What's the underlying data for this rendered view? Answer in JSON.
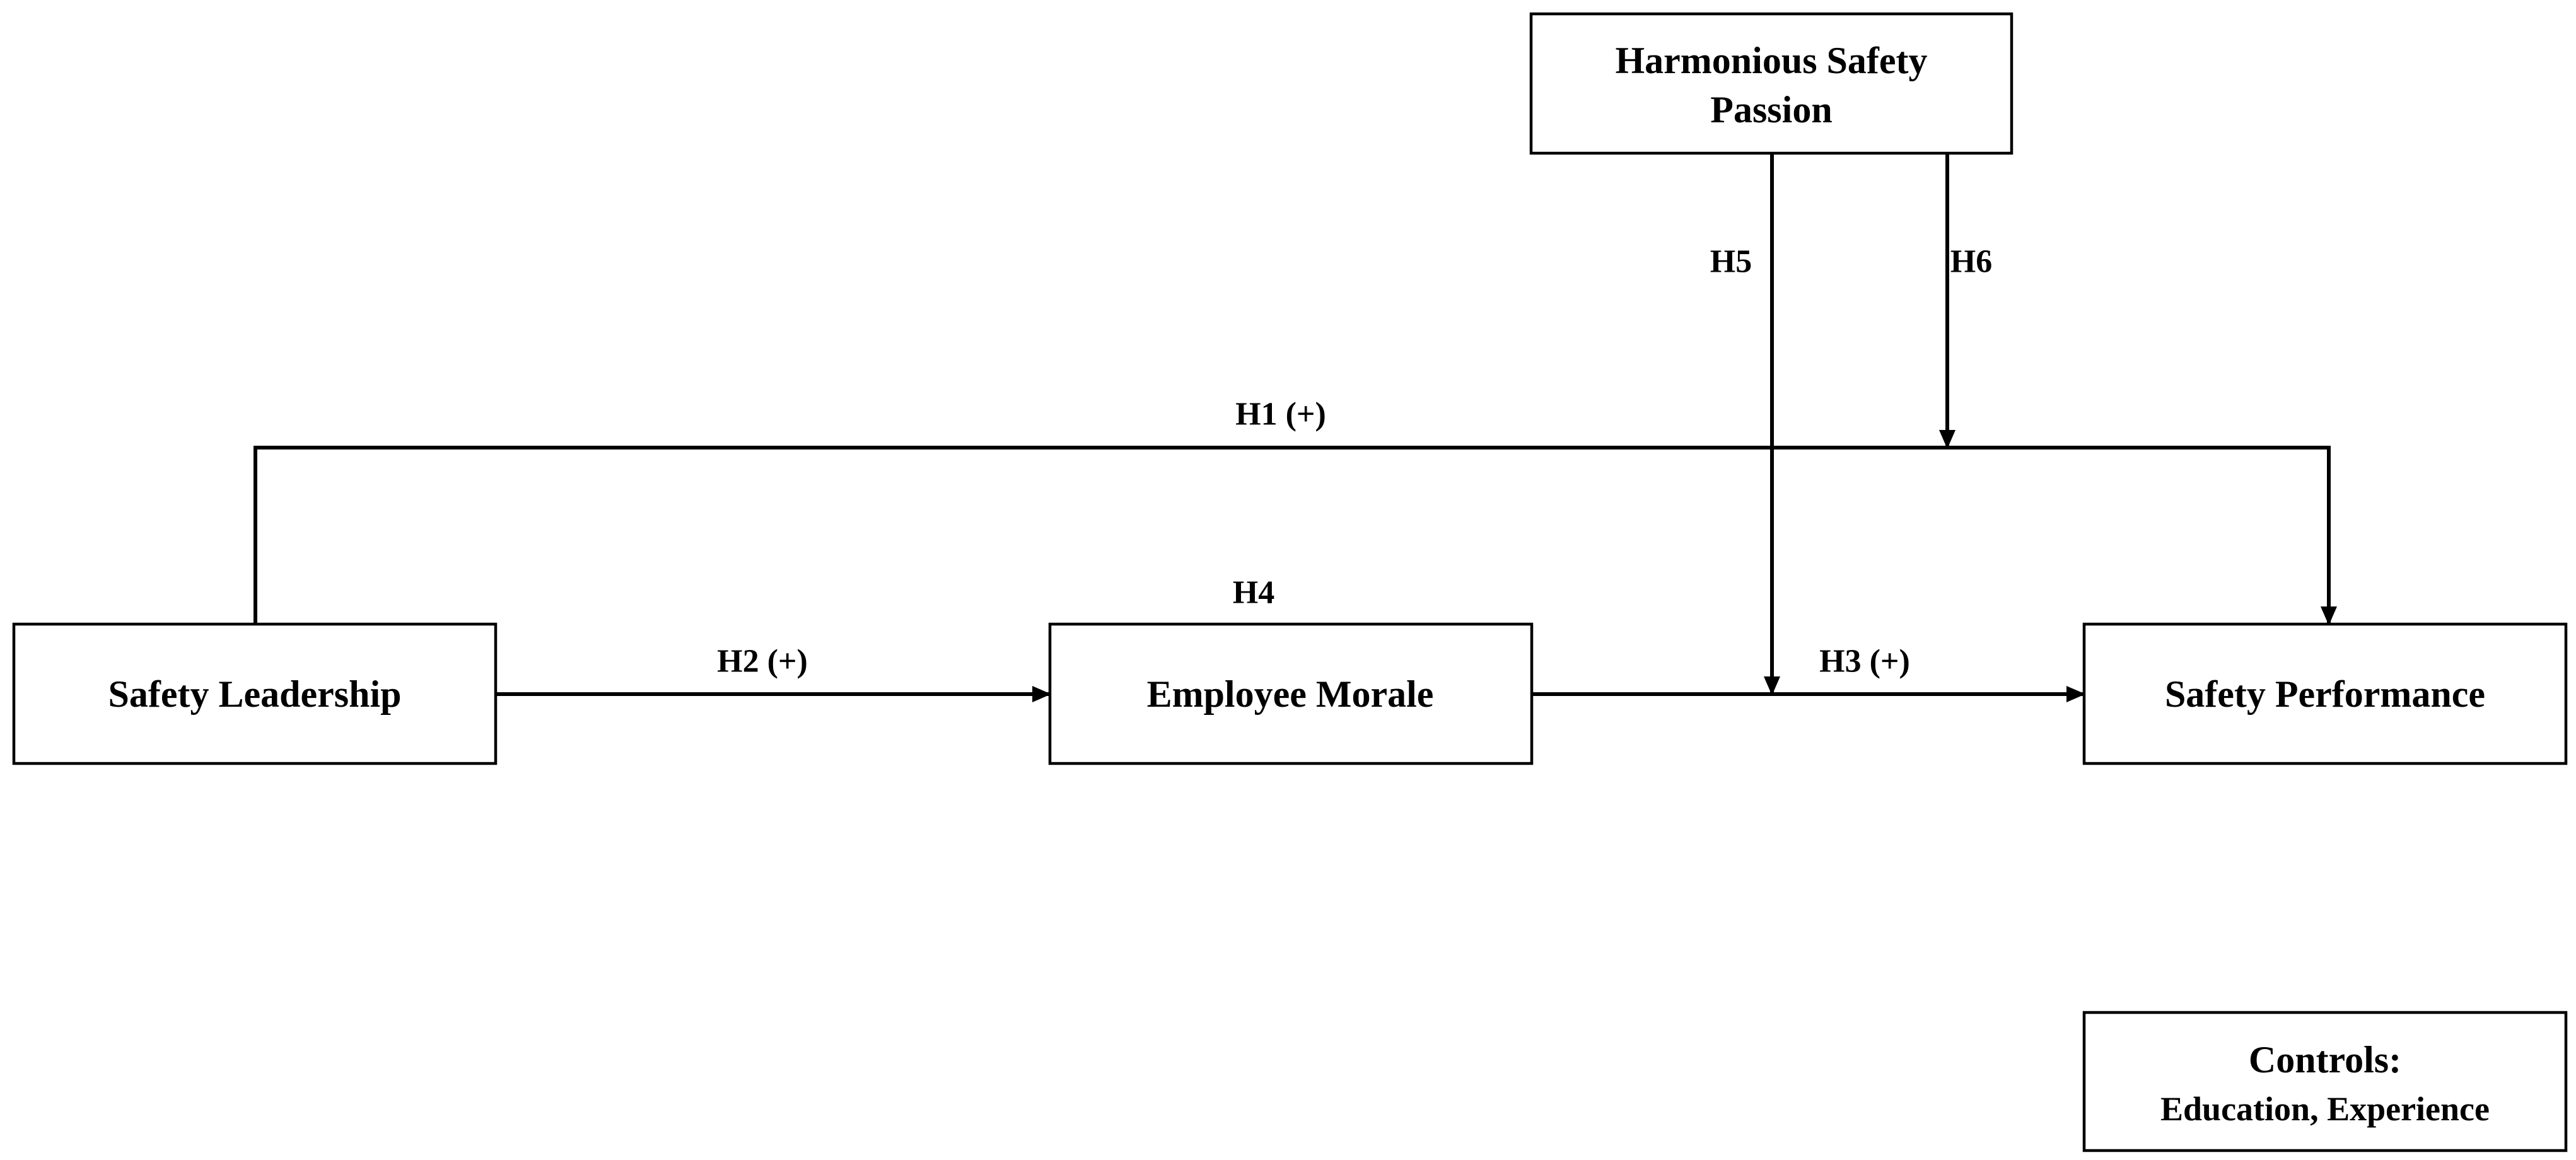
{
  "nodes": {
    "harmonious_passion": {
      "line1": "Harmonious Safety",
      "line2": "Passion"
    },
    "safety_leadership": {
      "label": "Safety Leadership"
    },
    "employee_morale": {
      "label": "Employee Morale"
    },
    "safety_performance": {
      "label": "Safety Performance"
    },
    "controls": {
      "line1": "Controls:",
      "line2": "Education, Experience"
    }
  },
  "hypotheses": {
    "h1": "H1 (+)",
    "h2": "H2 (+)",
    "h3": "H3 (+)",
    "h4": "H4",
    "h5": "H5",
    "h6": "H6"
  },
  "colors": {
    "stroke": "#000000",
    "background": "#ffffff"
  }
}
